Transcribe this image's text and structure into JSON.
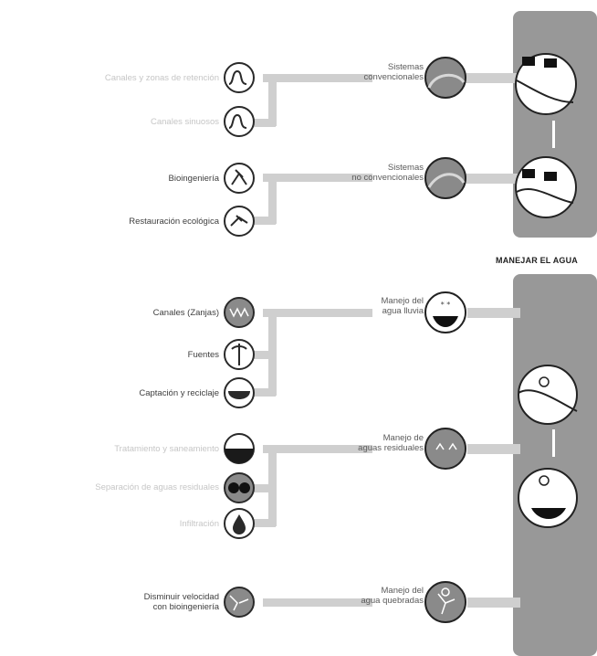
{
  "section_heading": "MANEJAR EL AGUA",
  "group1": {
    "hub1": {
      "label_line1": "Sistemas",
      "label_line2": "convencionales"
    },
    "hub2": {
      "label_line1": "Sistemas",
      "label_line2": "no convencionales"
    },
    "items": [
      {
        "label": "Canales y zonas de retención",
        "icon": "squiggle-river-icon"
      },
      {
        "label": "Canales sinuosos",
        "icon": "squiggle-river-icon"
      },
      {
        "label": "Bioingeniería",
        "icon": "planting-hands-icon"
      },
      {
        "label": "Restauración ecológica",
        "icon": "planting-hands-icon"
      }
    ]
  },
  "group2": {
    "hub1": {
      "label_line1": "Manejo del",
      "label_line2": "agua lluvia"
    },
    "hub2": {
      "label_line1": "Manejo de",
      "label_line2": "aguas residuales"
    },
    "hub3": {
      "label_line1": "Manejo del",
      "label_line2": "agua quebradas"
    },
    "items": [
      {
        "label": "Canales (Zanjas)",
        "icon": "grate-icon"
      },
      {
        "label": "Fuentes",
        "icon": "fountain-icon"
      },
      {
        "label": "Captación y reciclaje",
        "icon": "bowl-icon"
      },
      {
        "label": "Tratamiento y saneamiento",
        "icon": "half-filled-circle-icon"
      },
      {
        "label": "Separación de aguas residuales",
        "icon": "double-circle-icon"
      },
      {
        "label": "Infiltración",
        "icon": "water-drop-icon"
      },
      {
        "label": "Disminuir velocidad",
        "label_line2": "con bioingeniería",
        "icon": "cracked-ground-icon"
      }
    ]
  },
  "colors": {
    "bar": "#989898",
    "connector": "#cfcfcf",
    "hub": "#8a8a8a",
    "icon_stroke": "#2a2a2a"
  }
}
